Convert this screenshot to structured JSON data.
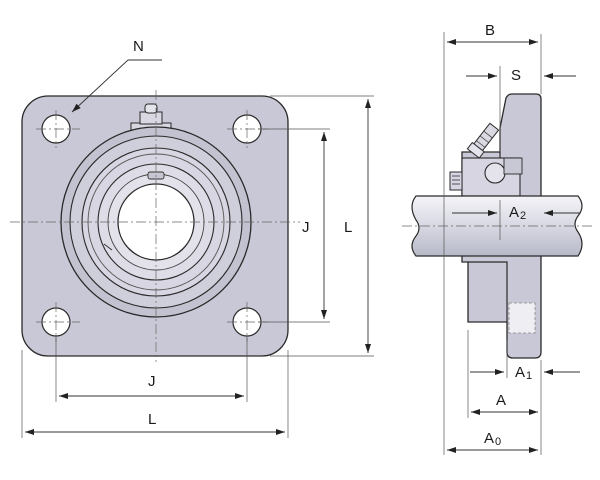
{
  "labels": {
    "N": "N",
    "J_vertical": "J",
    "L_vertical": "L",
    "J_horizontal": "J",
    "L_horizontal": "L",
    "B": "B",
    "S": "S",
    "A2": "A2",
    "A1": "A1",
    "A": "A",
    "A0": "A0"
  },
  "colors": {
    "housing": "#c9c8d6",
    "outline": "#2a2a2a",
    "shaft": "#dcdde6",
    "hole": "#ffffff"
  }
}
